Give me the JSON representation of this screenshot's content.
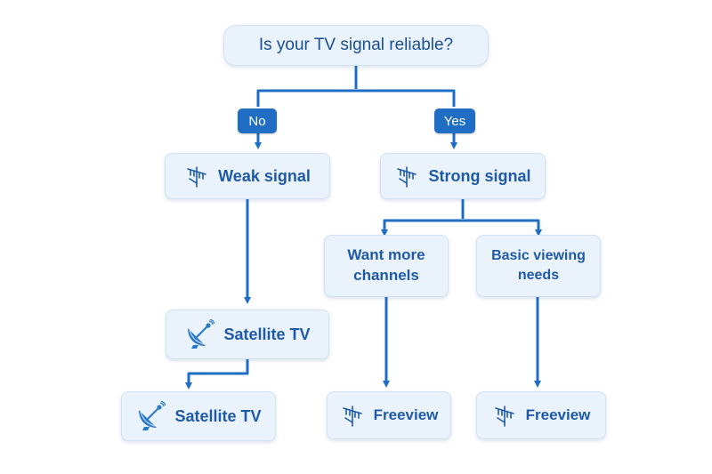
{
  "question": "Is your TV signal reliable?",
  "branches": {
    "no": {
      "badge": "No",
      "node": "Weak signal"
    },
    "yes": {
      "badge": "Yes",
      "node": "Strong signal"
    }
  },
  "options": {
    "want_more": "Want more\nchannels",
    "basic": "Basic viewing\nneeds"
  },
  "outcomes": {
    "satellite_1": "Satellite TV",
    "satellite_2": "Satellite TV",
    "freeview_1": "Freeview",
    "freeview_2": "Freeview"
  },
  "colors": {
    "accent": "#1f6ec4",
    "node_bg": "#eaf2fb",
    "text": "#1f5aa8"
  },
  "icons": [
    "antenna-icon",
    "satellite-dish-icon"
  ]
}
